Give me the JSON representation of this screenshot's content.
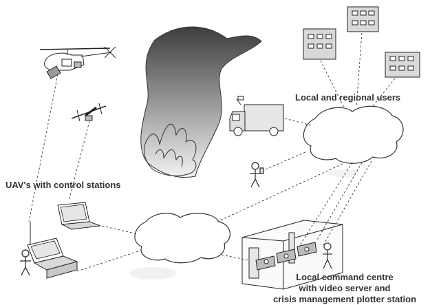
{
  "labels": {
    "local_users": "Local and regional users",
    "uav": "UAV's with control stations",
    "command_line1": "Local command centre",
    "command_line2": "with video server and",
    "command_line3": "crisis management plotter station"
  },
  "colors": {
    "line": "#333333",
    "smoke_top": "#3d3d3d",
    "smoke_bottom": "#f2f2f2",
    "label": "#333333"
  },
  "icons": [
    "helicopter-icon",
    "uav-drone-icon",
    "smoke-fire-icon",
    "truck-icon",
    "building-icon",
    "cloud-icon",
    "person-icon",
    "laptop-icon",
    "command-room-icon"
  ]
}
